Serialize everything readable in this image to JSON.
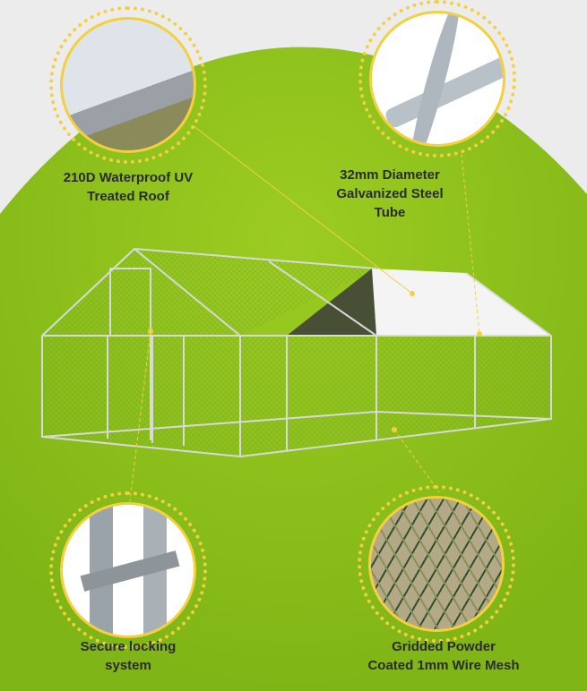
{
  "colors": {
    "background": "#ececec",
    "green": "#8cc21e",
    "accent": "#f4d03f",
    "text": "#2b2b2b"
  },
  "features": [
    {
      "label_lines": [
        "210D Waterproof UV",
        "Treated Roof"
      ],
      "icon": "roof-clip-photo"
    },
    {
      "label_lines": [
        "32mm Diameter",
        "Galvanized Steel",
        "Tube"
      ],
      "icon": "steel-tube-photo"
    },
    {
      "label_lines": [
        "Secure locking",
        "system"
      ],
      "icon": "lock-latch-photo"
    },
    {
      "label_lines": [
        "Gridded Powder",
        "Coated 1mm Wire Mesh"
      ],
      "icon": "wire-mesh-photo"
    }
  ]
}
